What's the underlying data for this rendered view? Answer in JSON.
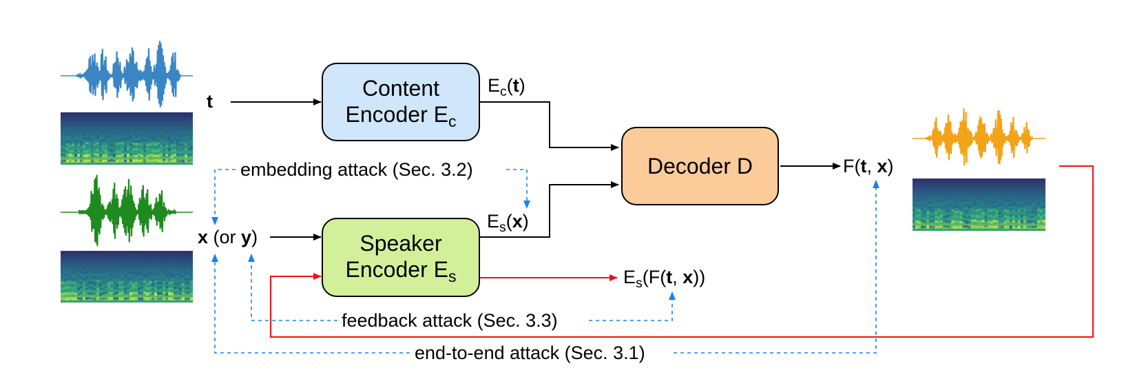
{
  "colors": {
    "content_box_fill": "#cfe6fb",
    "speaker_box_fill": "#d2f09a",
    "decoder_box_fill": "#fbcb9a",
    "black_arrow": "#000000",
    "red_arrow": "#ee1111",
    "blue_dashed": "#1a7ff0",
    "waveform_t": "#3a86c4",
    "waveform_x": "#1f8a1f",
    "waveform_out": "#f2a318",
    "spectrogram_dark": "#3b2a6b",
    "spectrogram_mid": "#2e8f8a",
    "spectrogram_hi": "#b6e04a"
  },
  "boxes": {
    "content": {
      "line1": "Content",
      "line2_main": "Encoder E",
      "line2_sub": "c"
    },
    "speaker": {
      "line1": "Speaker",
      "line2_main": "Encoder E",
      "line2_sub": "s"
    },
    "decoder": {
      "label": "Decoder D"
    }
  },
  "inputs": {
    "t": "t",
    "x_bold": "x",
    "x_mid": " (or ",
    "y_bold": "y",
    "x_end": ")"
  },
  "signals": {
    "ec_main": "E",
    "ec_sub": "c",
    "ec_open": "(",
    "ec_arg": "t",
    "ec_close": ")",
    "es_main": "E",
    "es_sub": "s",
    "es_open": "(",
    "es_arg": "x",
    "es_close": ")",
    "f_main": "F(",
    "f_t": "t",
    "f_sep": ", ",
    "f_x": "x",
    "f_close": ")",
    "esf_main": "E",
    "esf_sub": "s",
    "esf_open": "(F(",
    "esf_t": "t",
    "esf_sep": ", ",
    "esf_x": "x",
    "esf_close": "))"
  },
  "attacks": {
    "embedding": "embedding attack (Sec. 3.2)",
    "feedback": "feedback attack (Sec. 3.3)",
    "end_to_end": "end-to-end attack (Sec. 3.1)"
  },
  "icons": [
    "waveform-icon",
    "spectrogram-icon"
  ]
}
